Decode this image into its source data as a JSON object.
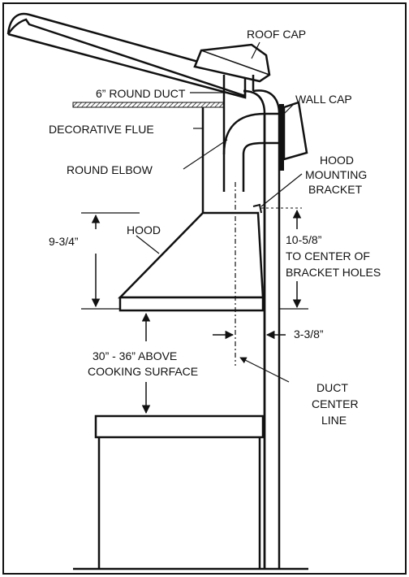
{
  "labels": {
    "roof_cap": "ROOF CAP",
    "round_duct": "6” ROUND DUCT",
    "wall_cap": "WALL CAP",
    "decorative_flue": "DECORATIVE FLUE",
    "round_elbow": "ROUND ELBOW",
    "hood_mounting_line1": "HOOD",
    "hood_mounting_line2": "MOUNTING",
    "hood_mounting_line3": "BRACKET",
    "hood": "HOOD",
    "hood_height": "9-3/4”",
    "bracket_distance_line1": "10-5/8”",
    "bracket_distance_line2": "TO CENTER OF",
    "bracket_distance_line3": "BRACKET HOLES",
    "wall_offset": "3-3/8”",
    "clearance_line1": "30” - 36” ABOVE",
    "clearance_line2": "COOKING SURFACE",
    "duct_center_line1": "DUCT",
    "duct_center_line2": "CENTER",
    "duct_center_line3": "LINE"
  },
  "colors": {
    "stroke": "#111111",
    "background": "#ffffff"
  }
}
